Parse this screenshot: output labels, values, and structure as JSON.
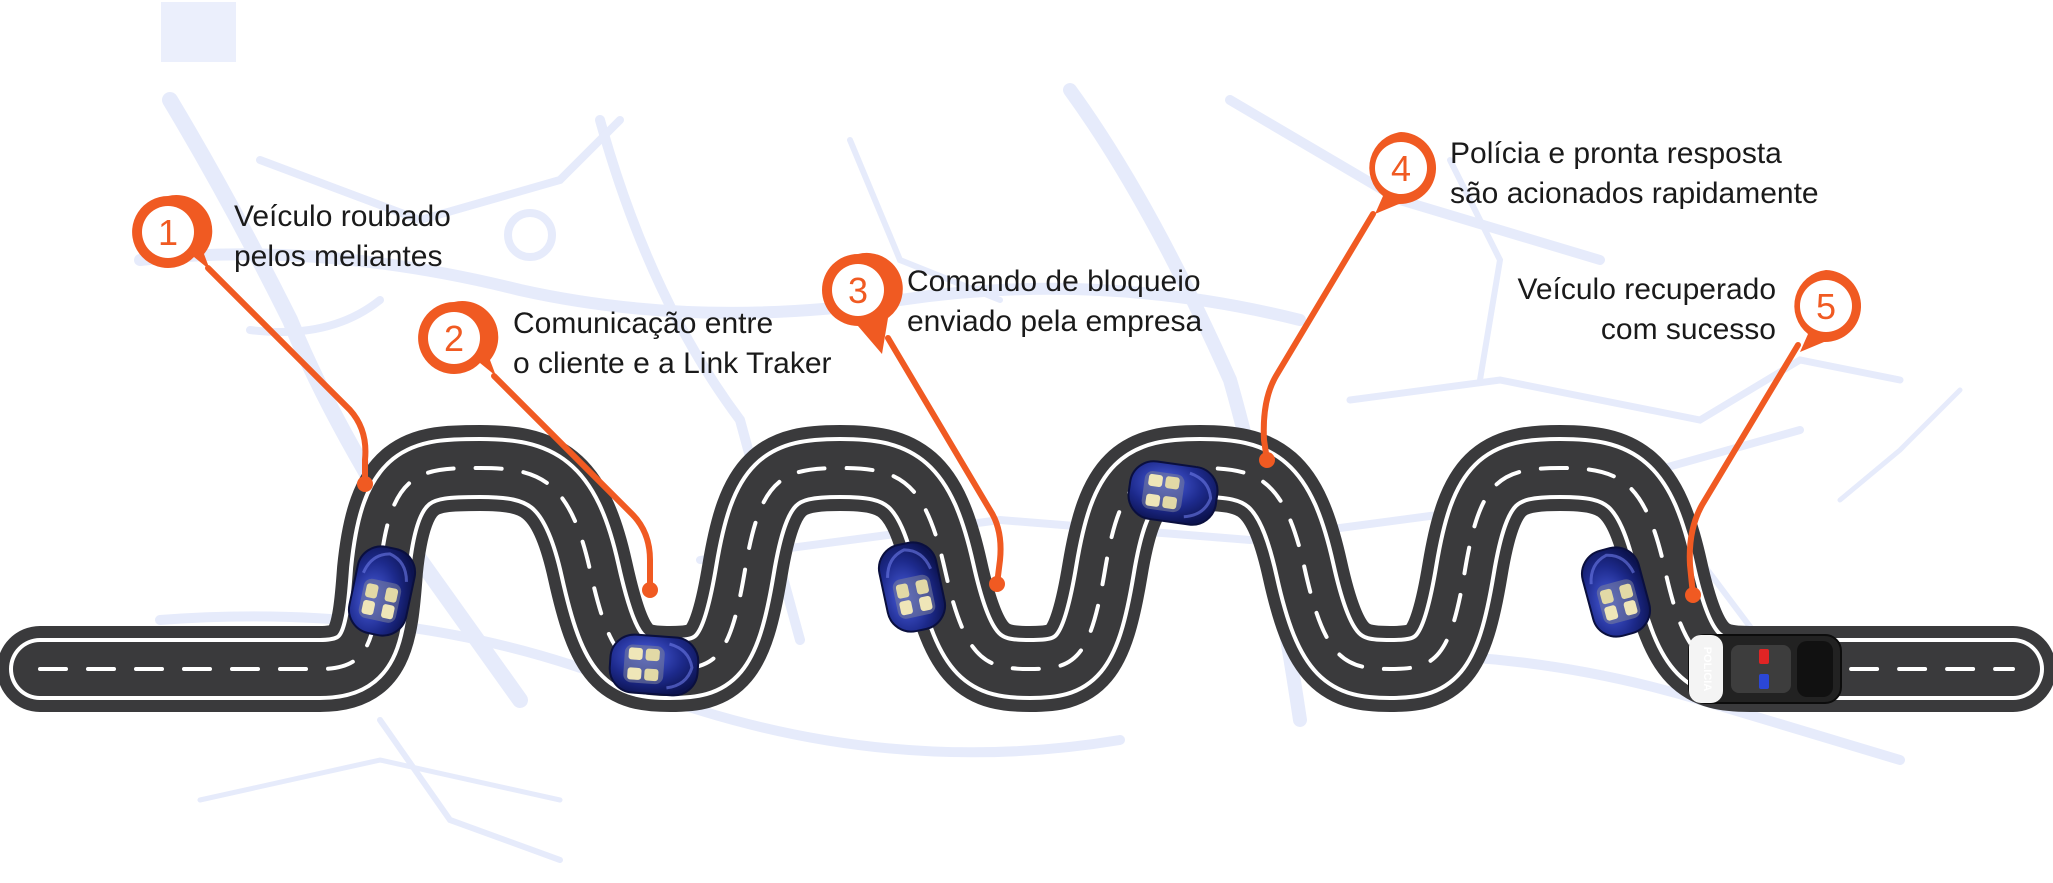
{
  "colors": {
    "accent": "#f05a22",
    "road": "#3a3a3c",
    "road_edge": "#ffffff",
    "map_lines": "#e6ebfb",
    "car_body": "#1d2a8c",
    "police_body": "#222222"
  },
  "steps": [
    {
      "number": "1",
      "line1": "Veículo roubado",
      "line2": "pelos meliantes"
    },
    {
      "number": "2",
      "line1": "Comunicação entre",
      "line2": "o cliente e a Link Traker"
    },
    {
      "number": "3",
      "line1": "Comando de bloqueio",
      "line2": "enviado pela empresa"
    },
    {
      "number": "4",
      "line1": "Polícia e pronta resposta",
      "line2": "são acionados rapidamente"
    },
    {
      "number": "5",
      "line1": "Veículo recuperado",
      "line2": "com sucesso"
    }
  ],
  "police_car": {
    "label": "POLICIA"
  },
  "icons": {
    "pin": "map-pin-icon",
    "car": "car-icon",
    "police_car": "police-car-icon"
  }
}
